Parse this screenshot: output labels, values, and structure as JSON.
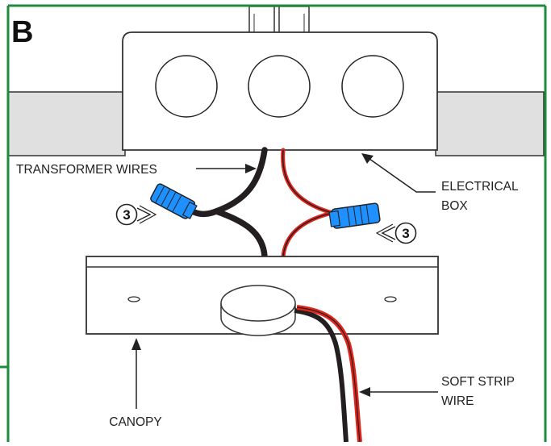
{
  "panel_label": "B",
  "labels": {
    "transformer_wires": "TRANSFORMER WIRES",
    "electrical_box_line1": "ELECTRICAL",
    "electrical_box_line2": "BOX",
    "canopy": "CANOPY",
    "soft_strip_line1": "SOFT STRIP",
    "soft_strip_line2": "WIRE"
  },
  "step_markers": [
    "3",
    "3"
  ],
  "colors": {
    "frame": "#1e8c3c",
    "connector": "#1e90ff",
    "wire_red": "#e1251b",
    "wire_black": "#231f20",
    "ceiling": "#e0e0e0"
  }
}
